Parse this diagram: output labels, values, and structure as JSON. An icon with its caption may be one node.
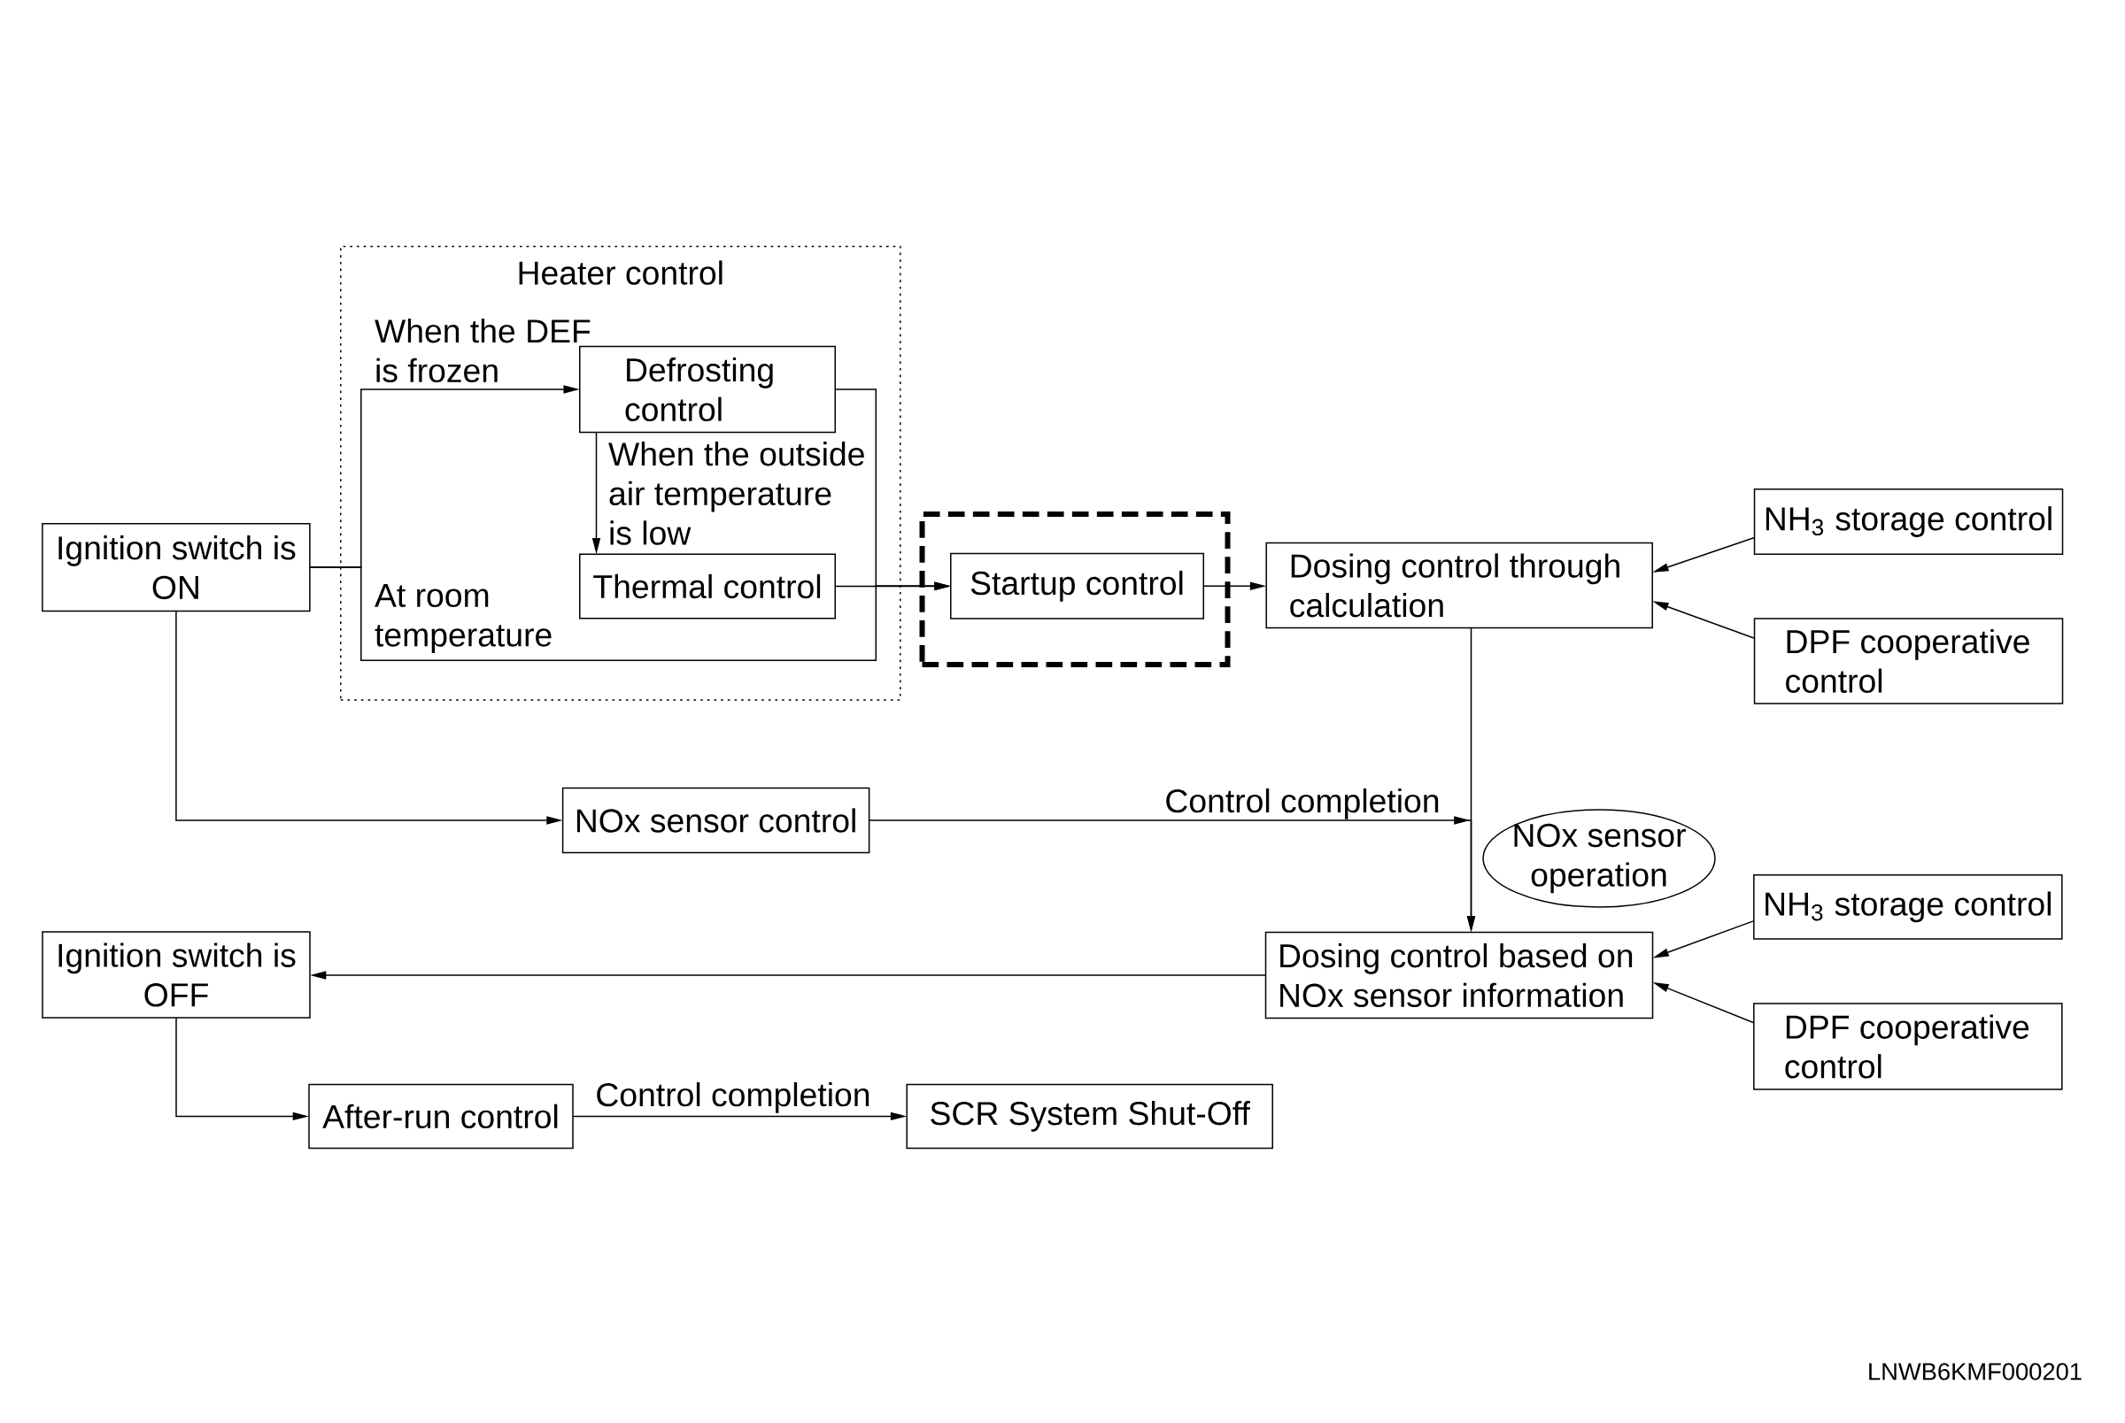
{
  "diagram": {
    "nodes": [
      {
        "text": [
          "Heater control"
        ]
      },
      {
        "text": [
          "Ignition switch is ON"
        ]
      },
      {
        "text": [
          "Defrosting control"
        ],
        "in": 0
      },
      {
        "text": [
          "Thermal control"
        ],
        "in": 0
      },
      {
        "text": [],
        "shape": "box"
      },
      {
        "text": [
          "Startup control"
        ],
        "in": 4
      },
      {
        "text": [
          "Dosing control through calculation"
        ]
      },
      {
        "text": [
          "NH$_{3}$ storage control"
        ]
      },
      {
        "text": [
          "DPF cooperative control"
        ]
      },
      {
        "text": [
          "NOx sensor control"
        ]
      },
      {
        "text": [
          "NOx sensor operation"
        ]
      },
      {
        "text": [
          "Ignition switch is OFF"
        ]
      },
      {
        "text": [
          "Dosing control based on NOx sensor information"
        ]
      },
      {
        "text": [
          "NH$_{3}$ storage control"
        ]
      },
      {
        "text": [
          "DPF cooperative control"
        ]
      },
      {
        "text": [
          "After-run control"
        ]
      },
      {
        "text": [
          "SCR System Shut-Off"
        ]
      }
    ],
    "edges": [
      {
        "from": 1,
        "to": 2,
        "arrow": "to",
        "label": "When the DEF is frozen"
      },
      {
        "from": 1,
        "to": 5,
        "arrow": "to",
        "label": "At room temperature"
      },
      {
        "from": 2,
        "to": 3,
        "arrow": "to",
        "label": "When the outside air temperature is low"
      },
      {
        "from": 2,
        "to": 5,
        "arrow": "to"
      },
      {
        "from": 3,
        "to": 5,
        "arrow": "to"
      },
      {
        "from": 5,
        "to": 6,
        "arrow": "to"
      },
      {
        "from": 7,
        "to": 6,
        "arrow": "to"
      },
      {
        "from": 8,
        "to": 6,
        "arrow": "to"
      },
      {
        "from": 6,
        "to": 12,
        "arrow": "to"
      },
      {
        "from": 1,
        "to": 9,
        "arrow": "to"
      },
      {
        "from": 9,
        "to": 12,
        "arrow": "to",
        "label": "Control completion"
      },
      {
        "from": 12,
        "to": 11,
        "arrow": "to"
      },
      {
        "from": 11,
        "to": 15,
        "arrow": "to"
      },
      {
        "from": 15,
        "to": 16,
        "arrow": "to",
        "label": "Control completion"
      },
      {
        "from": 13,
        "to": 12,
        "arrow": "to"
      },
      {
        "from": 14,
        "to": 12,
        "arrow": "to"
      }
    ],
    "labels": [
      "LNWB6KMF000201"
    ]
  }
}
